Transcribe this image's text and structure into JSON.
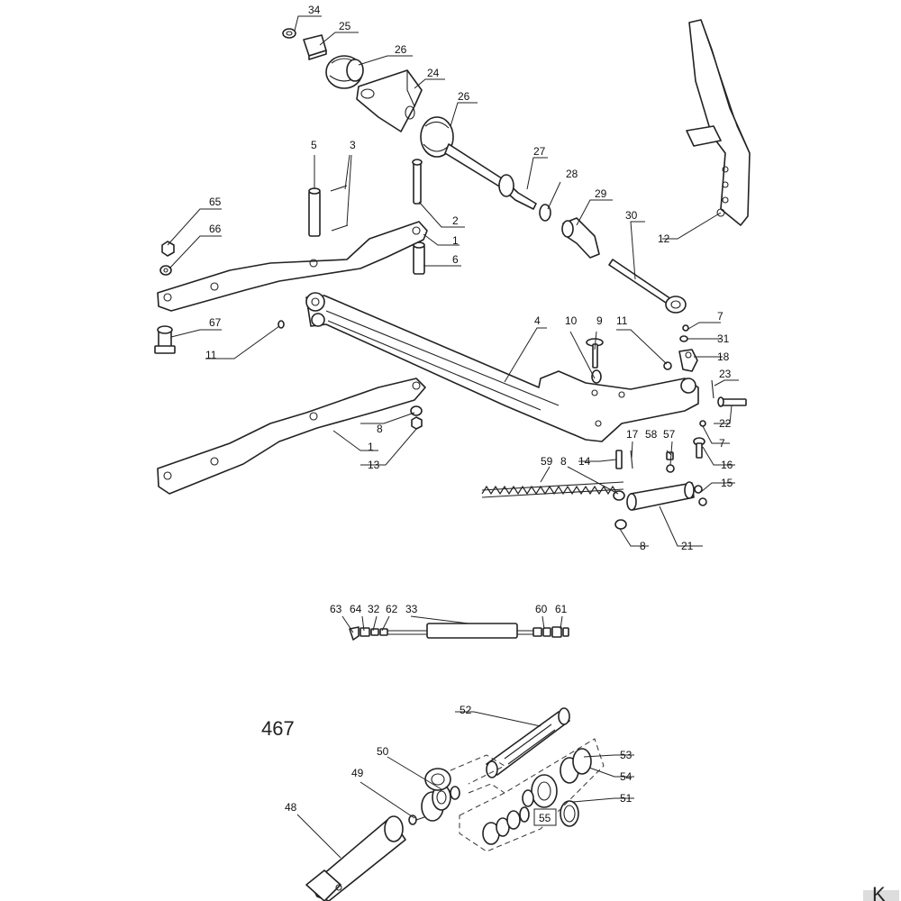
{
  "diagram": {
    "group_number": "467",
    "logo_text": "K",
    "callouts": [
      {
        "id": "c34",
        "text": "34"
      },
      {
        "id": "c25",
        "text": "25"
      },
      {
        "id": "c26a",
        "text": "26"
      },
      {
        "id": "c24",
        "text": "24"
      },
      {
        "id": "c26b",
        "text": "26"
      },
      {
        "id": "c5",
        "text": "5"
      },
      {
        "id": "c3",
        "text": "3"
      },
      {
        "id": "c27",
        "text": "27"
      },
      {
        "id": "c28",
        "text": "28"
      },
      {
        "id": "c29",
        "text": "29"
      },
      {
        "id": "c30",
        "text": "30"
      },
      {
        "id": "c12",
        "text": "12"
      },
      {
        "id": "c65",
        "text": "65"
      },
      {
        "id": "c66",
        "text": "66"
      },
      {
        "id": "c2",
        "text": "2"
      },
      {
        "id": "c1a",
        "text": "1"
      },
      {
        "id": "c6",
        "text": "6"
      },
      {
        "id": "c67",
        "text": "67"
      },
      {
        "id": "c11a",
        "text": "11"
      },
      {
        "id": "c4",
        "text": "4"
      },
      {
        "id": "c10",
        "text": "10"
      },
      {
        "id": "c9",
        "text": "9"
      },
      {
        "id": "c11b",
        "text": "11"
      },
      {
        "id": "c7a",
        "text": "7"
      },
      {
        "id": "c31",
        "text": "31"
      },
      {
        "id": "c18",
        "text": "18"
      },
      {
        "id": "c23",
        "text": "23"
      },
      {
        "id": "c22",
        "text": "22"
      },
      {
        "id": "c8a",
        "text": "8"
      },
      {
        "id": "c1b",
        "text": "1"
      },
      {
        "id": "c13",
        "text": "13"
      },
      {
        "id": "c14",
        "text": "14"
      },
      {
        "id": "c17",
        "text": "17"
      },
      {
        "id": "c58",
        "text": "58"
      },
      {
        "id": "c57",
        "text": "57"
      },
      {
        "id": "c7b",
        "text": "7"
      },
      {
        "id": "c16",
        "text": "16"
      },
      {
        "id": "c59",
        "text": "59"
      },
      {
        "id": "c8b",
        "text": "8"
      },
      {
        "id": "c15",
        "text": "15"
      },
      {
        "id": "c8c",
        "text": "8"
      },
      {
        "id": "c21",
        "text": "21"
      },
      {
        "id": "c63",
        "text": "63"
      },
      {
        "id": "c64",
        "text": "64"
      },
      {
        "id": "c32",
        "text": "32"
      },
      {
        "id": "c62",
        "text": "62"
      },
      {
        "id": "c33",
        "text": "33"
      },
      {
        "id": "c60",
        "text": "60"
      },
      {
        "id": "c61",
        "text": "61"
      },
      {
        "id": "c52",
        "text": "52"
      },
      {
        "id": "c53",
        "text": "53"
      },
      {
        "id": "c50",
        "text": "50"
      },
      {
        "id": "c49",
        "text": "49"
      },
      {
        "id": "c54",
        "text": "54"
      },
      {
        "id": "c51",
        "text": "51"
      },
      {
        "id": "c55",
        "text": "55"
      },
      {
        "id": "c48",
        "text": "48"
      }
    ]
  }
}
